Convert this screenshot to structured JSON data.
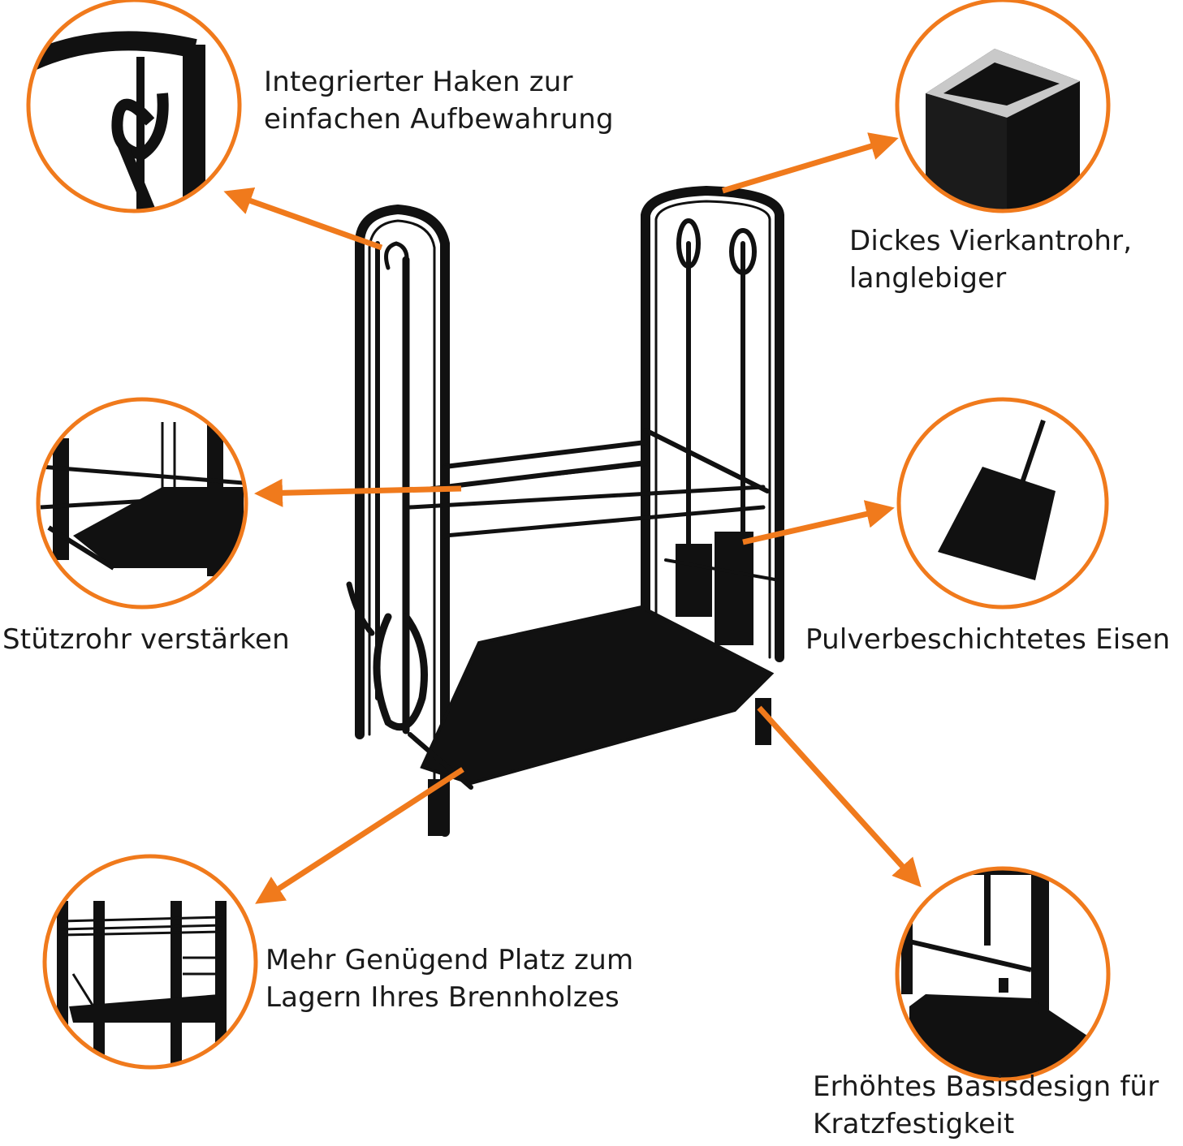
{
  "accent_color": "#f07a1c",
  "product_color": "#111111",
  "callouts": [
    {
      "id": "hook",
      "lines": [
        "Integrierter Haken zur",
        "einfachen Aufbewahrung"
      ]
    },
    {
      "id": "tube",
      "lines": [
        "Dickes Vierkantrohr,",
        "langlebiger"
      ]
    },
    {
      "id": "support",
      "lines": [
        "Stützrohr verstärken"
      ]
    },
    {
      "id": "iron",
      "lines": [
        "Pulverbeschichtetes Eisen"
      ]
    },
    {
      "id": "space",
      "lines": [
        "Mehr Genügend Platz zum",
        "Lagern Ihres Brennholzes"
      ]
    },
    {
      "id": "base",
      "lines": [
        "Erhöhtes Basisdesign für",
        "Kratzfestigkeit"
      ]
    }
  ]
}
